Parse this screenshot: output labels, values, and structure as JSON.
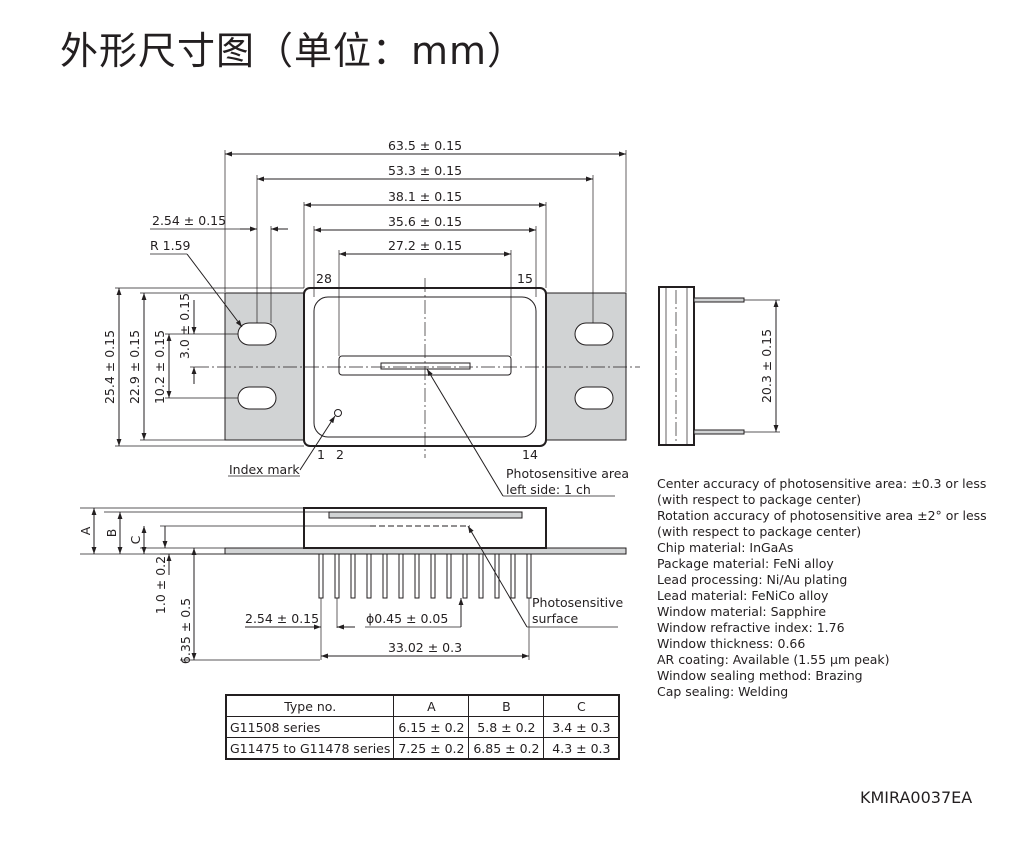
{
  "title": "外形尺寸图（单位：mm）",
  "dims": {
    "w635": "63.5 ± 0.15",
    "w533": "53.3 ± 0.15",
    "w381": "38.1 ± 0.15",
    "w356": "35.6 ± 0.15",
    "w272": "27.2 ± 0.15",
    "pitch_top": "2.54 ± 0.15",
    "radius": "R 1.59",
    "pin28": "28",
    "pin15": "15",
    "pin1": "1",
    "pin2": "2",
    "pin14": "14",
    "h254": "25.4 ± 0.15",
    "h229": "22.9 ± 0.15",
    "h102": "10.2 ± 0.15",
    "h30": "3.0 ± 0.15",
    "side203": "20.3 ± 0.15",
    "index_mark": "Index mark",
    "ps_area_1": "Photosensitive area",
    "ps_area_2": "left side: 1 ch",
    "lblA": "A",
    "lblB": "B",
    "lblC": "C",
    "v10": "1.0 ± 0.2",
    "v635": "6.35 ± 0.5",
    "pitch_bottom": "2.54 ± 0.15",
    "phi": "ϕ0.45 ± 0.05",
    "w3302": "33.02 ± 0.3",
    "ps_surface_1": "Photosensitive",
    "ps_surface_2": "surface"
  },
  "specs": [
    "Center accuracy of photosensitive area: ±0.3 or less",
    "(with respect to package center)",
    "Rotation accuracy of photosensitive area ±2° or less",
    "(with respect to package center)",
    "Chip material: InGaAs",
    "Package material: FeNi alloy",
    "Lead processing: Ni/Au plating",
    "Lead material: FeNiCo alloy",
    "Window material: Sapphire",
    "Window refractive index: 1.76",
    "Window thickness: 0.66",
    "AR coating: Available (1.55 µm peak)",
    "Window sealing method: Brazing",
    "Cap sealing: Welding"
  ],
  "table": {
    "headers": [
      "Type no.",
      "A",
      "B",
      "C"
    ],
    "rows": [
      [
        "G11508 series",
        "6.15 ± 0.2",
        "5.8 ± 0.2",
        "3.4 ± 0.3"
      ],
      [
        "G11475 to G11478 series",
        "7.25 ± 0.2",
        "6.85 ± 0.2",
        "4.3 ± 0.3"
      ]
    ]
  },
  "drawing_code": "KMIRA0037EA"
}
